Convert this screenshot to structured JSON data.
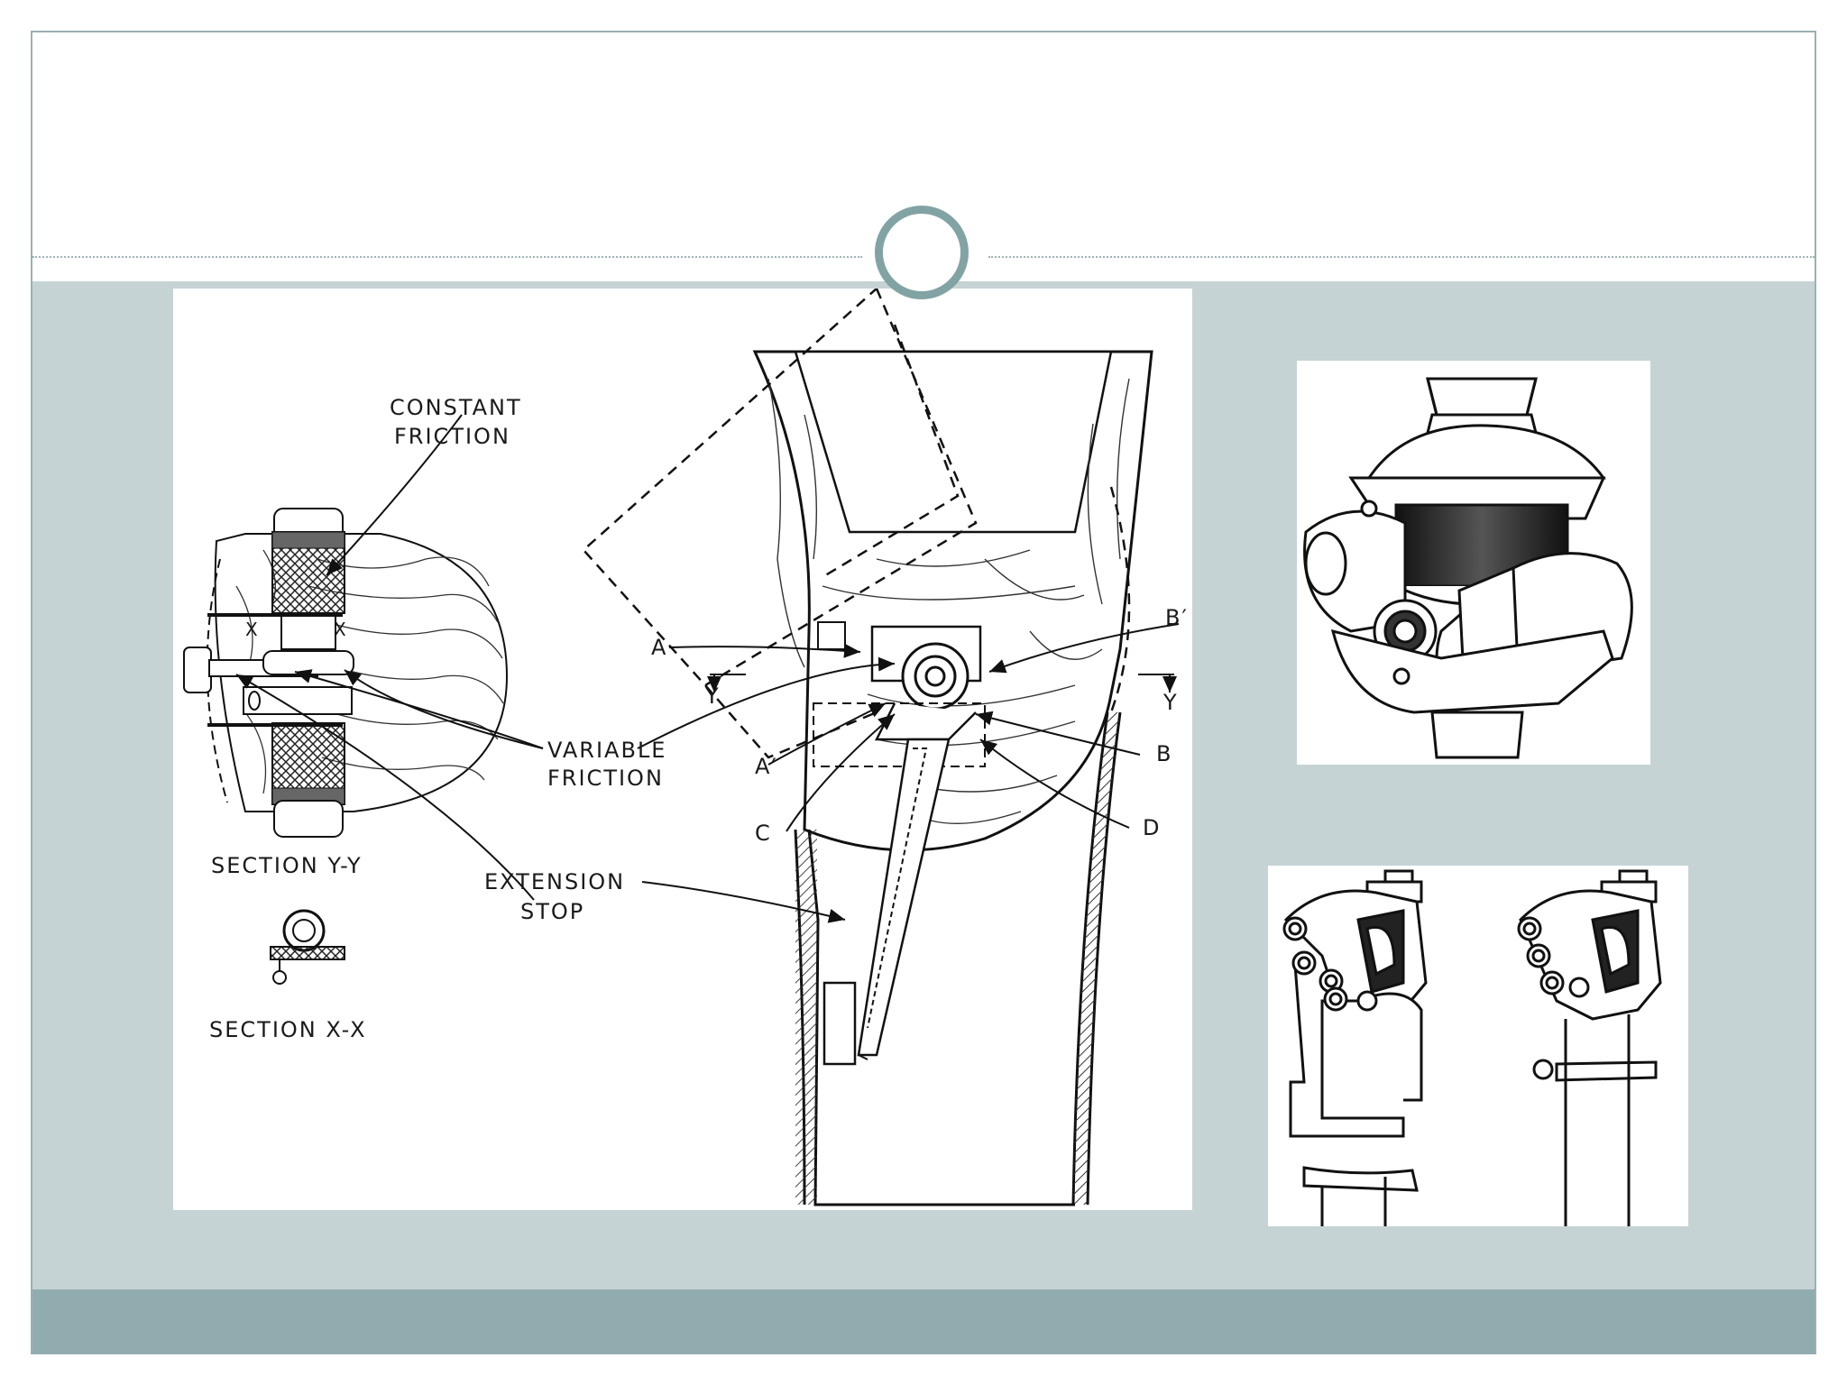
{
  "slide": {
    "title": "",
    "colors": {
      "band": "#c5d3d5",
      "footer": "#90acae",
      "ring": "#82a3a4",
      "rule": "#9fb3b5"
    }
  },
  "diagram": {
    "labels": {
      "constant_friction_1": "CONSTANT",
      "constant_friction_2": "FRICTION",
      "variable_friction_1": "VARIABLE",
      "variable_friction_2": "FRICTION",
      "extension_stop_1": "EXTENSION",
      "extension_stop_2": "STOP",
      "section_yy": "SECTION  Y-Y",
      "section_xx": "SECTION  X-X",
      "a": "A",
      "a_prime": "A′",
      "b": "B",
      "b_prime": "B′",
      "c": "C",
      "d": "D",
      "y_left": "Y",
      "y_right": "Y",
      "x_left": "X",
      "x_right": "X"
    }
  }
}
